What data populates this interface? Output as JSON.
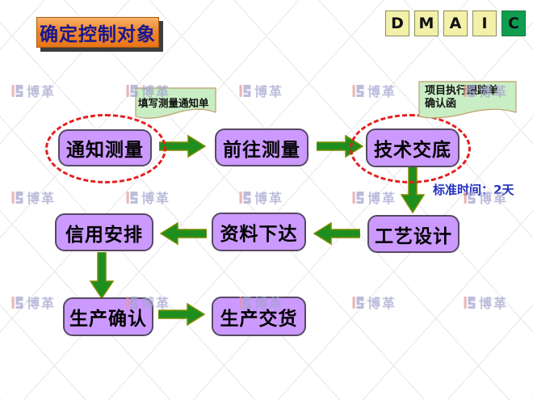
{
  "header": {
    "title": "确定控制对象",
    "dmaic": {
      "letters": [
        "D",
        "M",
        "A",
        "I",
        "C"
      ],
      "highlighted_letter": "C",
      "box_color": "#f3f0a9",
      "highlight_color": "#0f9d50"
    }
  },
  "flowchart": {
    "nodes": [
      {
        "id": "notify-measure",
        "label": "通知测量",
        "circled": true
      },
      {
        "id": "go-measure",
        "label": "前往测量",
        "circled": false
      },
      {
        "id": "tech-disclosure",
        "label": "技术交底",
        "circled": true
      },
      {
        "id": "credit-arrange",
        "label": "信用安排",
        "circled": false
      },
      {
        "id": "material-release",
        "label": "资料下达",
        "circled": false
      },
      {
        "id": "process-design",
        "label": "工艺设计",
        "circled": false
      },
      {
        "id": "production-confirm",
        "label": "生产确认",
        "circled": false
      },
      {
        "id": "production-delivery",
        "label": "生产交货",
        "circled": false
      }
    ],
    "edges": [
      "通知测量→前往测量",
      "前往测量→技术交底",
      "技术交底→工艺设计",
      "工艺设计→资料下达",
      "资料下达→信用安排",
      "信用安排→生产确认",
      "生产确认→生产交货"
    ],
    "node_fill": "#cc99ff",
    "node_border": "#564a63",
    "arrow_fill": "#1e8f1e",
    "arrow_outline": "#7f8c00",
    "highlight_ellipse_color": "#e41e1e"
  },
  "callouts": [
    {
      "id": "fill-measure-notice",
      "lines": [
        "填写测量通知单"
      ]
    },
    {
      "id": "project-tracking",
      "lines": [
        "项目执行跟踪单",
        "确认函"
      ]
    }
  ],
  "annotations": {
    "standard_time": "标准时间：2天",
    "standard_time_color": "#2030c0"
  },
  "watermark": {
    "text": "博革",
    "color": "#a3a3cf",
    "grid": {
      "rows": 3,
      "cols": 5
    }
  }
}
